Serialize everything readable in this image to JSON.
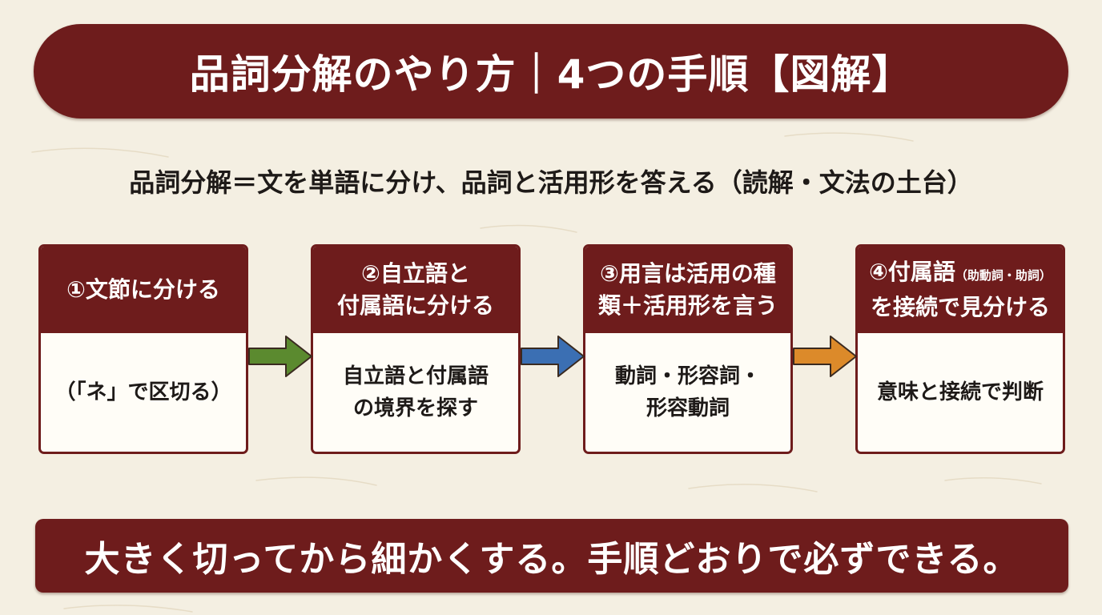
{
  "title": "品詞分解のやり方｜4つの手順【図解】",
  "definition": "品詞分解＝文を単語に分け、品詞と活用形を答える（読解・文法の土台）",
  "steps": [
    {
      "heading_lines": [
        "①文節に分ける"
      ],
      "heading_note": "",
      "heading_rest": "",
      "body_lines": [
        "（「ネ」で区切る）"
      ]
    },
    {
      "heading_lines": [
        "②自立語と",
        "付属語に分ける"
      ],
      "heading_note": "",
      "heading_rest": "",
      "body_lines": [
        "自立語と付属語",
        "の境界を探す"
      ]
    },
    {
      "heading_lines": [
        "③用言は活用の種",
        "類＋活用形を言う"
      ],
      "heading_note": "",
      "heading_rest": "",
      "body_lines": [
        "動詞・形容詞・",
        "形容動詞"
      ]
    },
    {
      "heading_lines": [
        "④付属語"
      ],
      "heading_note": "（助動詞・助詞）",
      "heading_rest": "を接続で見分ける",
      "body_lines": [
        "意味と接続で判断"
      ]
    }
  ],
  "arrows": [
    {
      "color": "#5b8a2f"
    },
    {
      "color": "#3b6fb3"
    },
    {
      "color": "#dc8a2a"
    }
  ],
  "footer": "大きく切ってから細かくする。手順どおりで必ずできる。",
  "colors": {
    "primary": "#6e1c1c",
    "background": "#f4efe2",
    "card": "#fffdf7",
    "text": "#1e1a18"
  }
}
